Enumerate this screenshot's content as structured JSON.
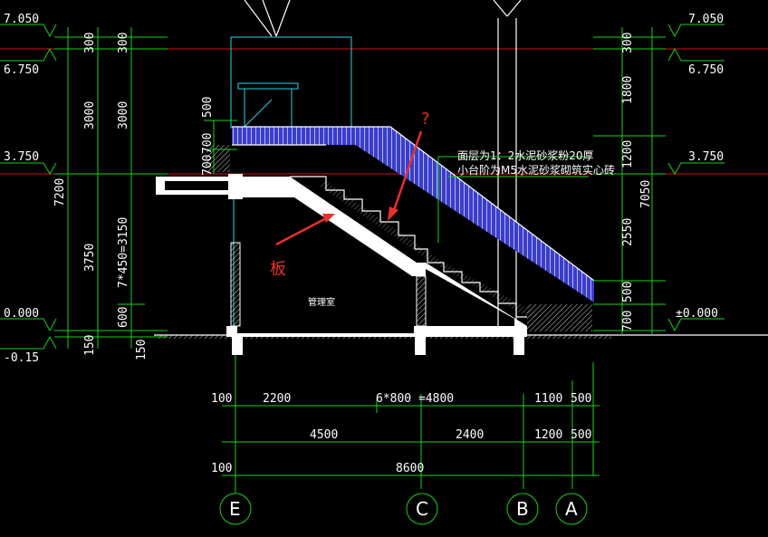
{
  "elevations_left": {
    "e7050": "7.050",
    "e6750": "6.750",
    "e3750": "3.750",
    "e0000": "0.000",
    "e015": "-0.15"
  },
  "elevations_right": {
    "e7050": "7.050",
    "e6750": "6.750",
    "e3750": "3.750",
    "e0000": "±0.000"
  },
  "dims_left_outer": {
    "d300": "300",
    "d3000": "3000",
    "d7200": "7200",
    "d3750": "3750",
    "d150": "150"
  },
  "dims_left_inner": {
    "d300": "300",
    "d3000": "3000",
    "d3150": "7*450=3150",
    "d600": "600",
    "d150": "150"
  },
  "dims_right": {
    "d300": "300",
    "d1800": "1800",
    "d1200": "1200",
    "d2550": "2550",
    "d500": "500",
    "d700": "700",
    "d7050": "7050"
  },
  "dims_small": {
    "d700": "700",
    "d500": "500",
    "d700b": "700"
  },
  "dims_bottom": {
    "r1": [
      "100",
      "2200",
      "6*800 =4800",
      "1100",
      "500"
    ],
    "r2": [
      "4500",
      "2400",
      "1200",
      "500"
    ],
    "r3": [
      "100",
      "8600"
    ]
  },
  "axes": [
    "E",
    "C",
    "B",
    "A"
  ],
  "annotations": {
    "line1": "面层为1：2水泥砂浆粉20厚",
    "line2": "小台阶为M5水泥砂浆砌筑实心砖",
    "room": "管理室",
    "question": "?",
    "board": "板"
  },
  "colors": {
    "dim": "#19d219",
    "level": "#d01414",
    "railing": "#6a6ef0",
    "cyan": "#2ad4e8",
    "note": "#e8322a"
  }
}
